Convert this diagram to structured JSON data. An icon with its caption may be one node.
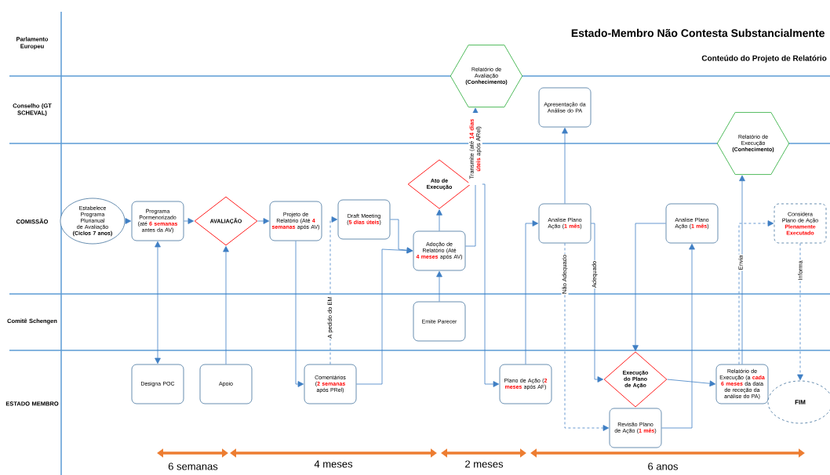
{
  "diagram": {
    "title": "Estado-Membro Não Contesta Substancialmente",
    "nodes": [
      {
        "text": [
          "Estabelece Programa Plurianual de Avaliação **(Ciclos 7 anos)**"
        ]
      },
      {
        "text": [
          "Programa Pormenorizado (até **6 semanas** antes da AV)"
        ]
      },
      {
        "text": [
          "AVALIAÇÃO"
        ]
      },
      {
        "text": [
          "Projeto de Relatório (Até **4 semanas** após AV)"
        ]
      },
      {
        "text": [
          "Draft Meeting (**5 dias úteis**)"
        ]
      },
      {
        "text": [
          "Ato de Execução"
        ]
      },
      {
        "text": [
          "Adoção de Relatório (Até **4 meses** após AV)"
        ]
      },
      {
        "text": [
          "Relatório de Avaliação **(Conhecimento)**"
        ]
      },
      {
        "text": [
          "Apresentação da Análise do PA"
        ]
      },
      {
        "text": [
          "Analise Plano Ação (**1 mês**)"
        ]
      },
      {
        "text": [
          "Analise Plano Ação (**1 mês**)"
        ]
      },
      {
        "text": [
          "Relatório de Execução **(Conhecimento)**"
        ]
      },
      {
        "text": [
          "Considera Plano de Ação **Plenamente Executado**"
        ]
      },
      {
        "text": [
          "Emite Parecer"
        ]
      },
      {
        "text": [
          "Designa POC"
        ]
      },
      {
        "text": [
          "Apoio"
        ]
      },
      {
        "text": [
          "Comentários (**2 semanas** após PRel)"
        ]
      },
      {
        "text": [
          "Plano de Ação (**2 meses** após AF)"
        ]
      },
      {
        "text": [
          "Execução do Plano de Ação"
        ]
      },
      {
        "text": [
          "Relatório de Execução (a **cada 6 meses** da data de receção da análise do PA)"
        ]
      },
      {
        "text": [
          "Revisão Plano de Ação (**1 mês**)"
        ]
      },
      {
        "text": [
          "FIM"
        ]
      }
    ],
    "edges": [
      {
        "from": 0,
        "to": 1,
        "arrow": "to",
        "style": "dashed"
      },
      {
        "from": 1,
        "to": 2,
        "arrow": "to"
      },
      {
        "from": 1,
        "to": 14,
        "arrow": "both"
      },
      {
        "from": 15,
        "to": 2,
        "arrow": "to"
      },
      {
        "from": 2,
        "to": 3,
        "arrow": "to"
      },
      {
        "from": 3,
        "to": 16,
        "arrow": "to"
      },
      {
        "from": 16,
        "to": 4,
        "arrow": "to",
        "style": "dashed",
        "label": "A pedido do EM"
      },
      {
        "from": 4,
        "to": 6,
        "arrow": "to"
      },
      {
        "from": 16,
        "to": 6,
        "arrow": "to"
      },
      {
        "from": 13,
        "to": 6,
        "arrow": "to"
      },
      {
        "from": 6,
        "to": 5,
        "arrow": "to"
      },
      {
        "from": 6,
        "to": 7,
        "arrow": "to",
        "label": "Transmite (até **14 dias úteis** após ARel)"
      },
      {
        "from": 5,
        "to": 17,
        "arrow": "to"
      },
      {
        "from": 17,
        "to": 9,
        "arrow": "to"
      },
      {
        "from": 9,
        "to": 8,
        "arrow": "to"
      },
      {
        "from": 9,
        "to": 20,
        "arrow": "to",
        "style": "dashed",
        "label": "Não Adequado"
      },
      {
        "from": 9,
        "to": 18,
        "arrow": "to",
        "label": "Adequado"
      },
      {
        "from": 10,
        "to": 18,
        "arrow": "to"
      },
      {
        "from": 20,
        "to": 10,
        "arrow": "to"
      },
      {
        "from": 18,
        "to": 19,
        "arrow": "to"
      },
      {
        "from": 19,
        "to": 11,
        "arrow": "to",
        "label": "Envia"
      },
      {
        "from": 19,
        "to": 12,
        "arrow": "to",
        "style": "dashed"
      },
      {
        "from": 12,
        "to": 21,
        "arrow": "to",
        "style": "dashed",
        "label": "Informa"
      }
    ],
    "labels": [
      "Conteúdo do Projeto de Relatório",
      "Parlamento Europeu",
      "Conselho (GT SCHEVAL)",
      "COMISSÃO",
      "Comitê Schengen",
      "ESTADO MEMBRO",
      "6 semanas",
      "4 meses",
      "2 meses",
      "6 anos"
    ]
  }
}
